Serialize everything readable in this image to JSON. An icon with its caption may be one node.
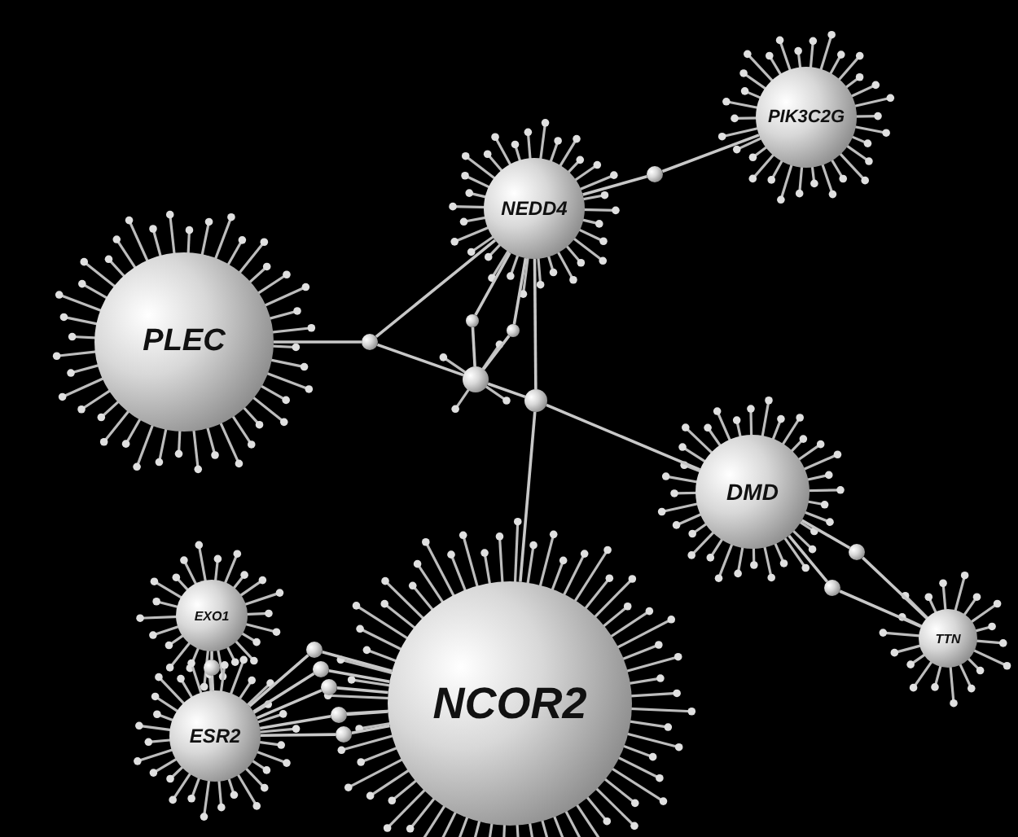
{
  "diagram": {
    "nodes": [
      {
        "text": [
          "PLEC"
        ]
      },
      {
        "text": [
          "NEDD4"
        ]
      },
      {
        "text": [
          "PIK3C2G"
        ]
      },
      {
        "text": [
          "DMD"
        ]
      },
      {
        "text": [
          "TTN"
        ]
      },
      {
        "text": [
          "NCOR2"
        ]
      },
      {
        "text": [
          "EXO1"
        ]
      },
      {
        "text": [
          "ESR2"
        ]
      },
      {
        "text": [],
        "shape": "circle"
      },
      {
        "text": [],
        "shape": "circle"
      },
      {
        "text": [],
        "shape": "circle"
      },
      {
        "text": [],
        "shape": "circle"
      },
      {
        "text": [],
        "shape": "circle"
      },
      {
        "text": [],
        "shape": "circle"
      },
      {
        "text": [],
        "shape": "circle"
      },
      {
        "text": [],
        "shape": "circle"
      },
      {
        "text": [],
        "shape": "circle"
      },
      {
        "text": [],
        "shape": "circle"
      },
      {
        "text": [],
        "shape": "circle"
      },
      {
        "text": [],
        "shape": "circle"
      },
      {
        "text": [],
        "shape": "circle"
      },
      {
        "text": [],
        "shape": "circle"
      }
    ],
    "edges": [
      {
        "from": 0,
        "to": 9,
        "arrow": "none"
      },
      {
        "from": 9,
        "to": 1,
        "arrow": "none"
      },
      {
        "from": 9,
        "to": 10,
        "arrow": "none"
      },
      {
        "from": 10,
        "to": 11,
        "arrow": "none"
      },
      {
        "from": 10,
        "to": 12,
        "arrow": "none"
      },
      {
        "from": 12,
        "to": 1,
        "arrow": "none"
      },
      {
        "from": 10,
        "to": 13,
        "arrow": "none"
      },
      {
        "from": 13,
        "to": 1,
        "arrow": "none"
      },
      {
        "from": 11,
        "to": 1,
        "arrow": "none"
      },
      {
        "from": 11,
        "to": 5,
        "arrow": "none"
      },
      {
        "from": 11,
        "to": 3,
        "arrow": "none"
      },
      {
        "from": 1,
        "to": 8,
        "arrow": "none"
      },
      {
        "from": 8,
        "to": 2,
        "arrow": "none"
      },
      {
        "from": 3,
        "to": 14,
        "arrow": "none"
      },
      {
        "from": 14,
        "to": 4,
        "arrow": "none"
      },
      {
        "from": 3,
        "to": 15,
        "arrow": "none"
      },
      {
        "from": 15,
        "to": 4,
        "arrow": "none"
      },
      {
        "from": 6,
        "to": 16,
        "arrow": "none"
      },
      {
        "from": 16,
        "to": 7,
        "arrow": "none"
      },
      {
        "from": 7,
        "to": 17,
        "arrow": "none"
      },
      {
        "from": 17,
        "to": 5,
        "arrow": "none"
      },
      {
        "from": 7,
        "to": 18,
        "arrow": "none"
      },
      {
        "from": 18,
        "to": 5,
        "arrow": "none"
      },
      {
        "from": 7,
        "to": 19,
        "arrow": "none"
      },
      {
        "from": 19,
        "to": 5,
        "arrow": "none"
      },
      {
        "from": 7,
        "to": 20,
        "arrow": "none"
      },
      {
        "from": 20,
        "to": 5,
        "arrow": "none"
      },
      {
        "from": 7,
        "to": 21,
        "arrow": "none"
      },
      {
        "from": 21,
        "to": 5,
        "arrow": "none"
      }
    ]
  }
}
